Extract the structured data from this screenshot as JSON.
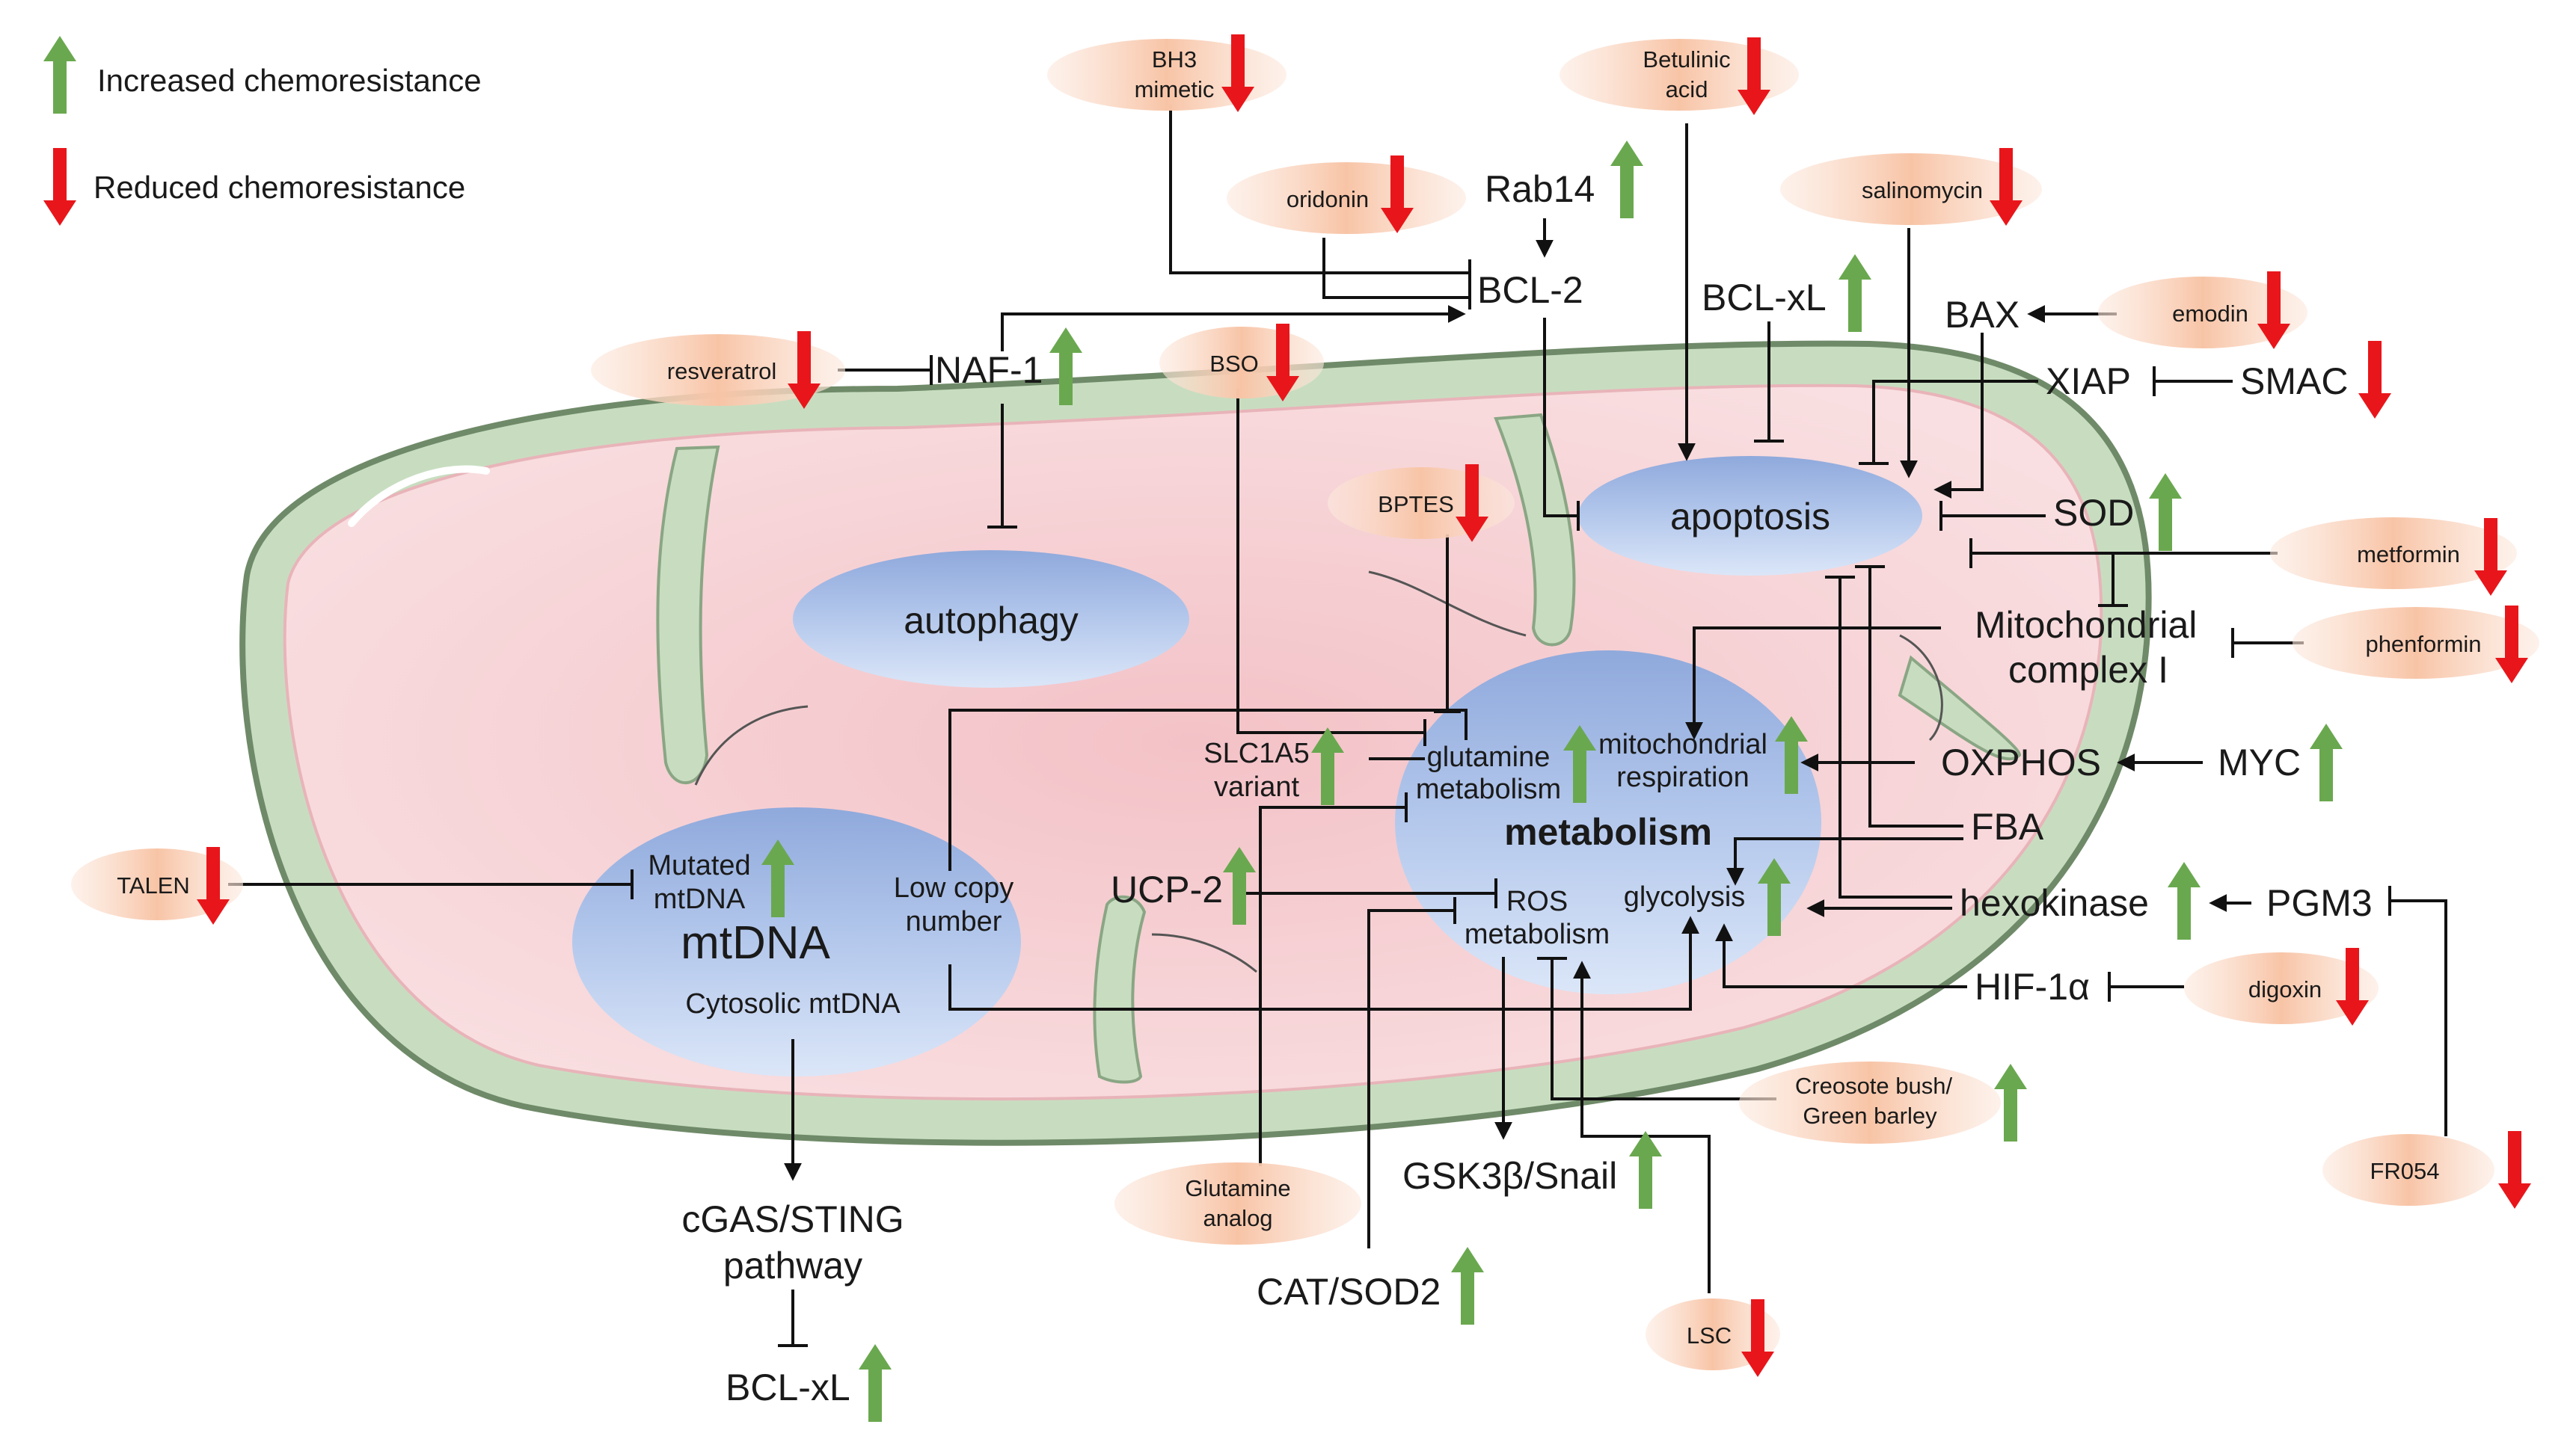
{
  "legend": {
    "increased": "Increased chemoresistance",
    "reduced": "Reduced chemoresistance"
  },
  "colors": {
    "up_arrow": "#6aa84f",
    "down_arrow": "#e8161b",
    "pill_fill": "#f9c9ac",
    "membrane_green": "#c8ddc0",
    "matrix_pink": "#f6cfd2",
    "node_blue": "#a9bfe4"
  },
  "nodes": {
    "autophagy": "autophagy",
    "apoptosis": "apoptosis",
    "metabolism": "metabolism",
    "mtdna": "mtDNA",
    "mutated_mtdna": [
      "Mutated",
      "mtDNA"
    ],
    "low_copy": [
      "Low copy",
      "number"
    ],
    "cytosolic": "Cytosolic mtDNA",
    "glutamine_metabolism": [
      "glutamine",
      "metabolism"
    ],
    "mito_respiration": [
      "mitochondrial",
      "respiration"
    ],
    "ros_metabolism": [
      "ROS",
      "metabolism"
    ],
    "glycolysis": "glycolysis"
  },
  "labels": {
    "rab14": "Rab14",
    "bcl2": "BCL-2",
    "naf1": "NAF-1",
    "bclxl_top": "BCL-xL",
    "bax": "BAX",
    "xiap": "XIAP",
    "smac": "SMAC",
    "sod": "SOD",
    "complex1": [
      "Mitochondrial",
      "complex I"
    ],
    "oxphos": "OXPHOS",
    "myc": "MYC",
    "fba": "FBA",
    "hexokinase": "hexokinase",
    "pgm3": "PGM3",
    "hif1a": "HIF-1α",
    "slc1a5": [
      "SLC1A5",
      "variant"
    ],
    "ucp2": "UCP-2",
    "gsk3b": "GSK3β/Snail",
    "cat_sod2": "CAT/SOD2",
    "cgas": [
      "cGAS/STING",
      "pathway"
    ],
    "bclxl_bottom": "BCL-xL"
  },
  "drugs": {
    "bh3": [
      "BH3",
      "mimetic"
    ],
    "betulinic": [
      "Betulinic",
      "acid"
    ],
    "oridonin": "oridonin",
    "salinomycin": "salinomycin",
    "emodin": "emodin",
    "resveratrol": "resveratrol",
    "bso": "BSO",
    "bptes": "BPTES",
    "metformin": "metformin",
    "phenformin": "phenformin",
    "digoxin": "digoxin",
    "creosote": [
      "Creosote bush/",
      "Green barley"
    ],
    "fr054": "FR054",
    "talen": "TALEN",
    "glutamine_analog": [
      "Glutamine",
      "analog"
    ],
    "lsc": "LSC"
  }
}
